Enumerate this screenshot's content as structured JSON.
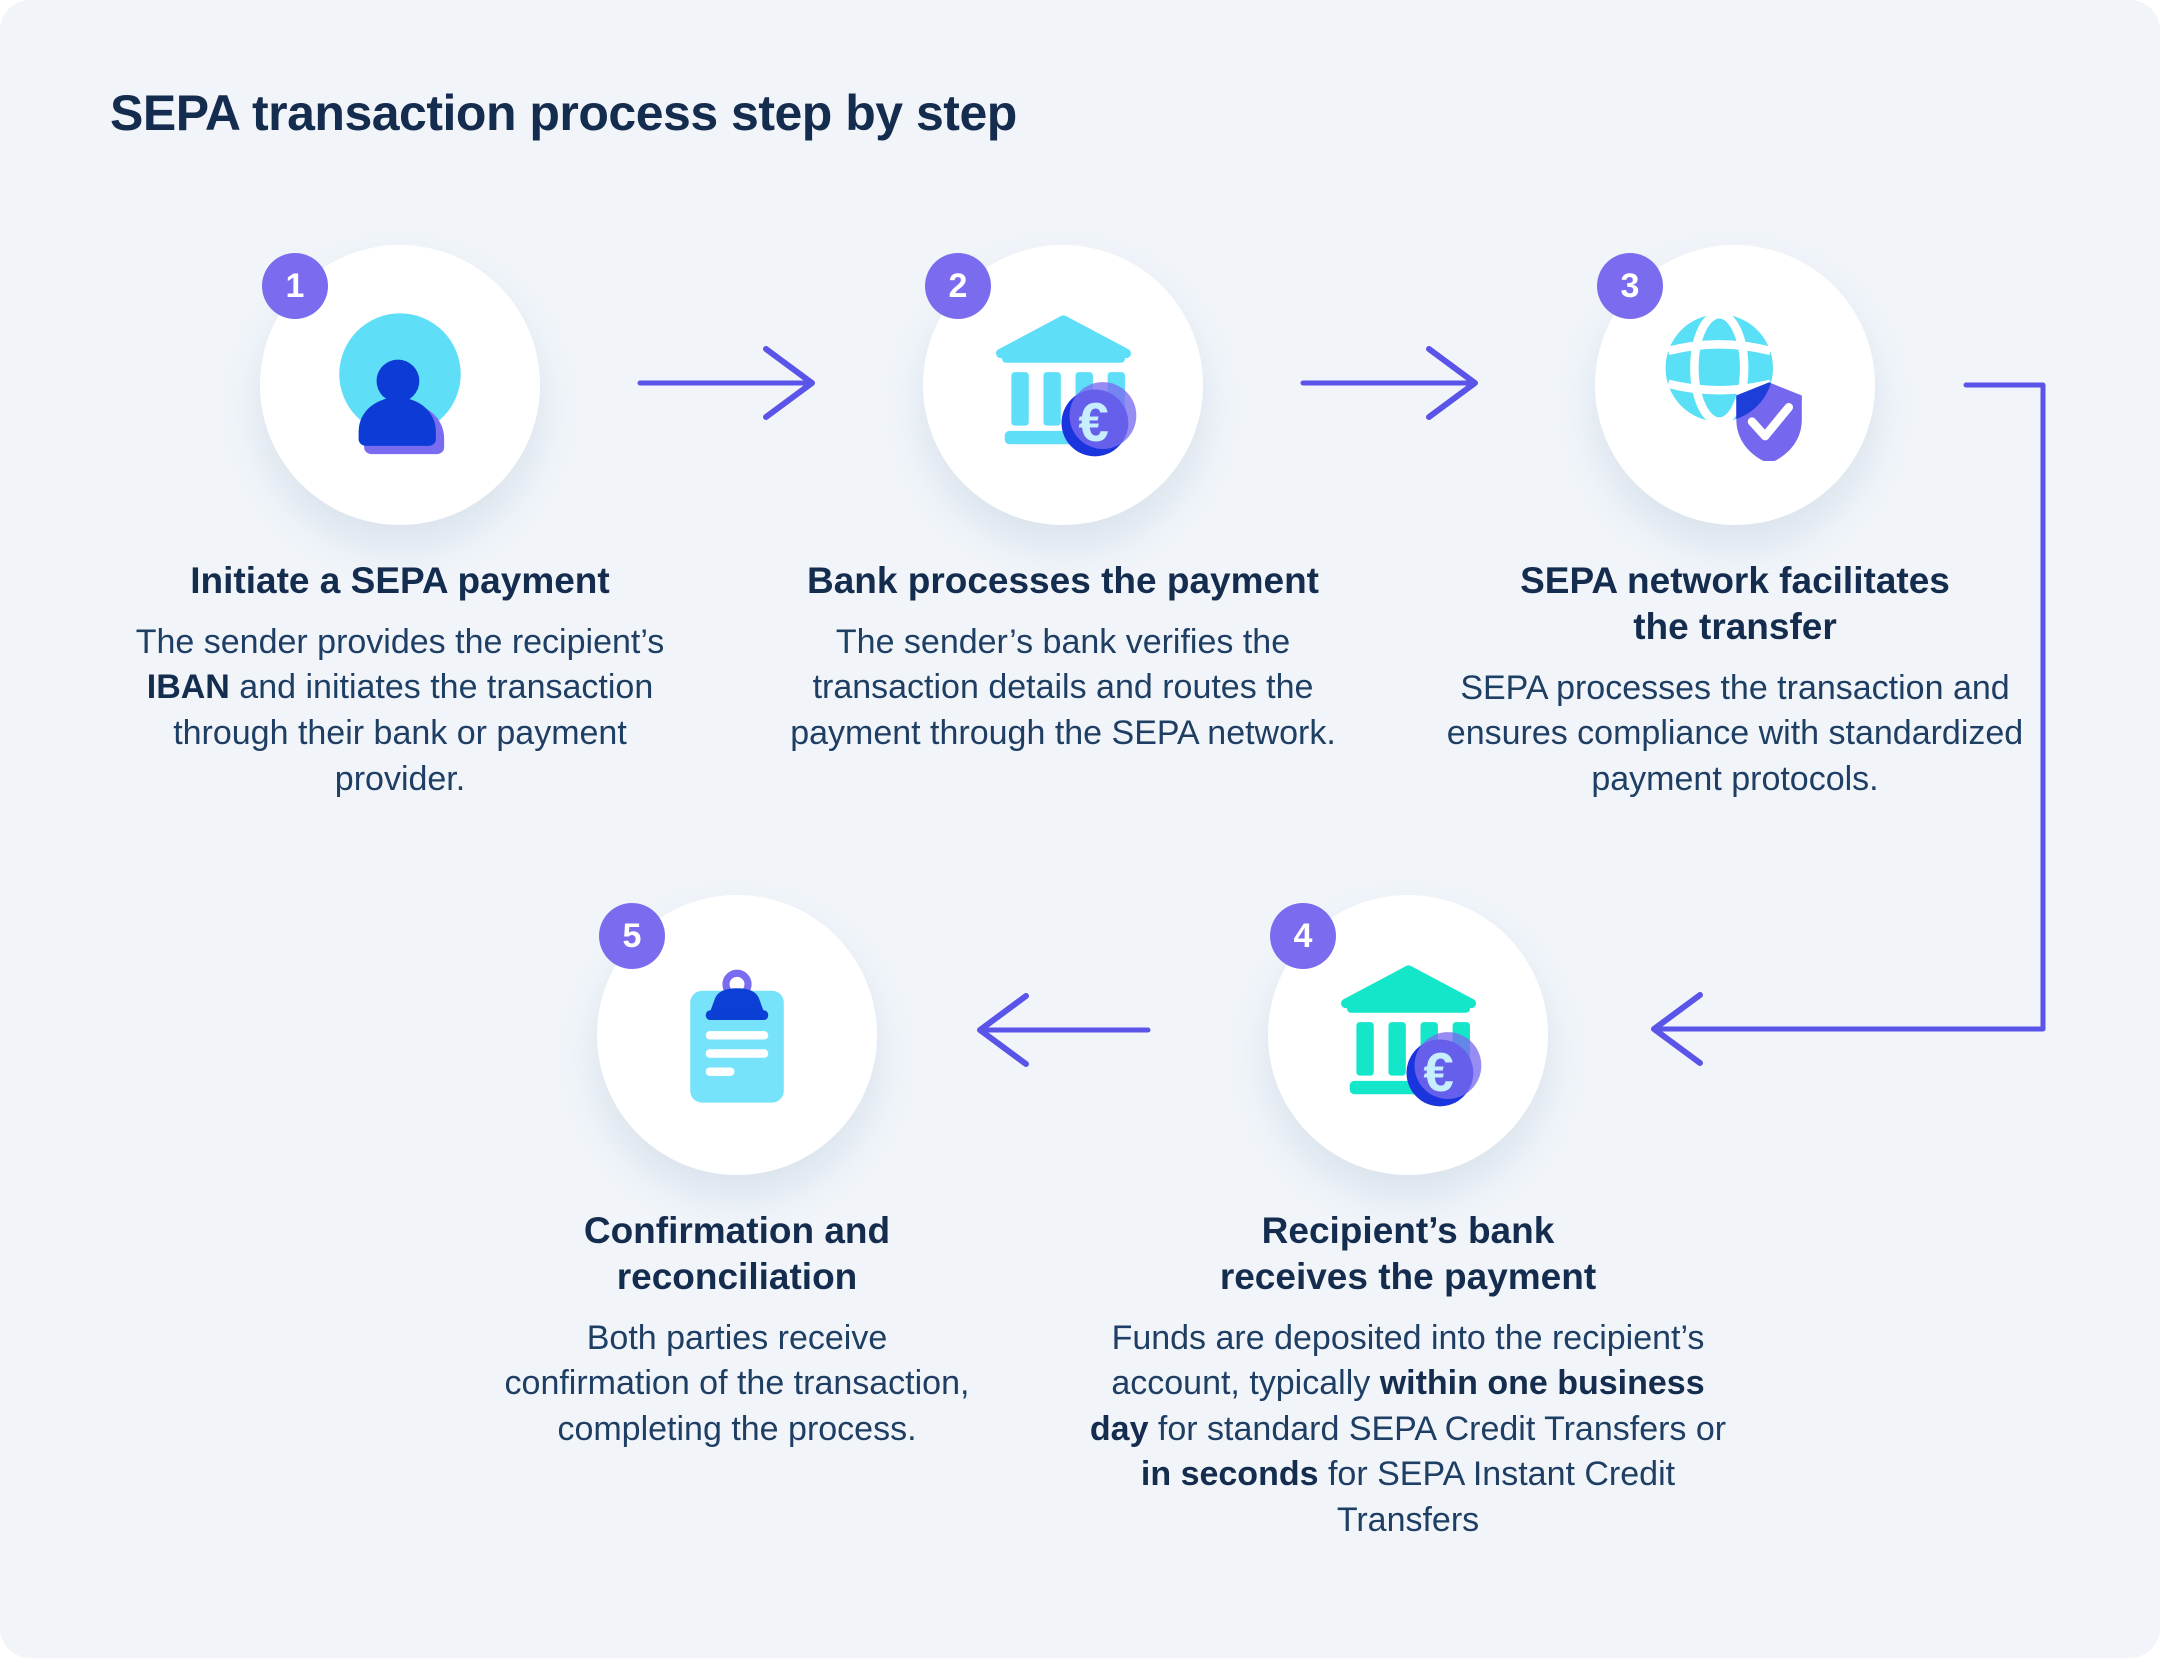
{
  "title": "SEPA transaction process step by step",
  "glyphs": {
    "euro": "€"
  },
  "colors": {
    "background": "#F1F5FA",
    "card": "#FFFFFF",
    "badge_purple": "#7B6CEF",
    "arrow_purple": "#5A54E9",
    "heading_navy": "#142C4E",
    "body_navy": "#1E3E63",
    "icon_cyan": "#5FDEF8",
    "icon_teal": "#14E6C9",
    "icon_dark_blue": "#0D3BD6",
    "icon_purple": "#7A6CF0",
    "euro_badge_blue": "#1B35DE"
  },
  "steps": [
    {
      "number": "1",
      "icon": "person-icon",
      "heading": "Initiate a SEPA payment",
      "body": [
        {
          "text": "The sender provides the recipient’s ",
          "bold": false
        },
        {
          "text": "IBAN",
          "bold": true
        },
        {
          "text": " and initiates the transaction through their bank or payment provider.",
          "bold": false
        }
      ]
    },
    {
      "number": "2",
      "icon": "bank-euro-icon",
      "heading": "Bank processes the payment",
      "body": [
        {
          "text": "The sender’s bank verifies the transaction details and routes the payment through the SEPA network.",
          "bold": false
        }
      ]
    },
    {
      "number": "3",
      "icon": "globe-shield-icon",
      "heading": "SEPA network facilitates\nthe transfer",
      "body": [
        {
          "text": "SEPA processes the transaction and ensures compliance with standardized payment protocols.",
          "bold": false
        }
      ]
    },
    {
      "number": "4",
      "icon": "bank-euro-teal-icon",
      "heading": "Recipient’s bank\nreceives the payment",
      "body": [
        {
          "text": "Funds are deposited into the recipient’s account, typically ",
          "bold": false
        },
        {
          "text": "within one business day",
          "bold": true
        },
        {
          "text": " for standard SEPA Credit Transfers or ",
          "bold": false
        },
        {
          "text": "in seconds",
          "bold": true
        },
        {
          "text": " for SEPA Instant Credit Transfers",
          "bold": false
        }
      ]
    },
    {
      "number": "5",
      "icon": "clipboard-icon",
      "heading": "Confirmation and\nreconciliation",
      "body": [
        {
          "text": "Both parties receive confirmation of the transaction, completing the process.",
          "bold": false
        }
      ]
    }
  ]
}
